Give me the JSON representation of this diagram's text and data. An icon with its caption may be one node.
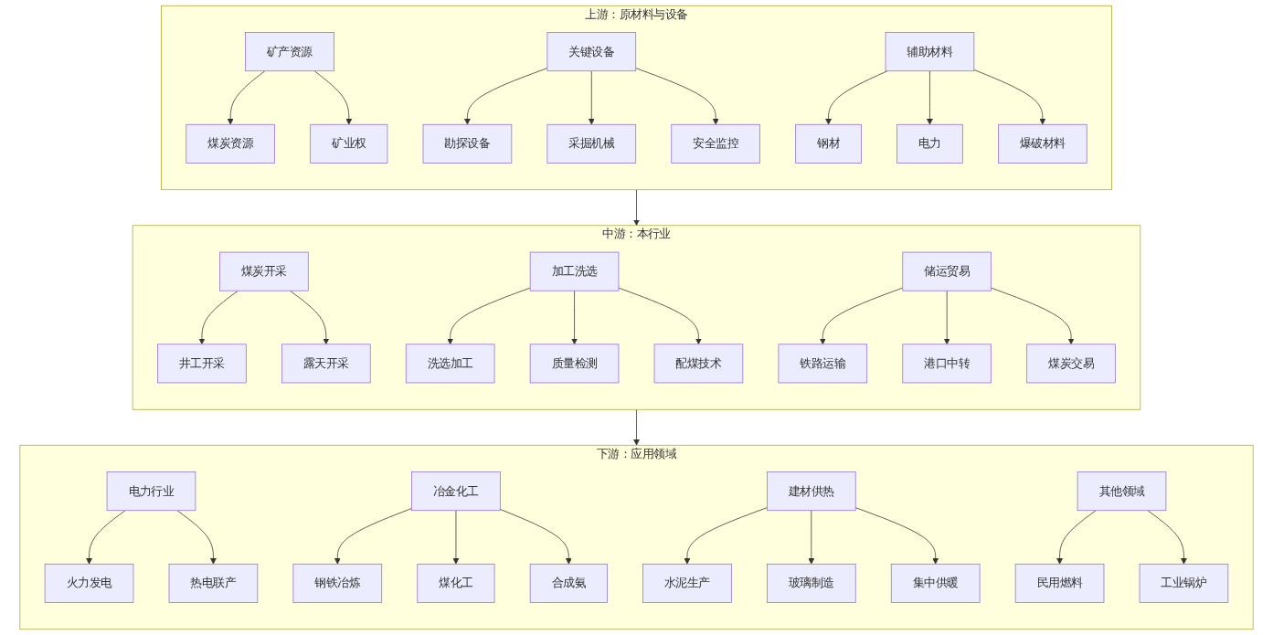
{
  "diagram": {
    "nodes": [
      {
        "text": [
          "上游：原材料与设备"
        ]
      },
      {
        "text": [
          "矿产资源"
        ],
        "in": 0
      },
      {
        "text": [
          "煤炭资源"
        ],
        "in": 0
      },
      {
        "text": [
          "矿业权"
        ],
        "in": 0
      },
      {
        "text": [
          "关键设备"
        ],
        "in": 0
      },
      {
        "text": [
          "勘探设备"
        ],
        "in": 0
      },
      {
        "text": [
          "采掘机械"
        ],
        "in": 0
      },
      {
        "text": [
          "安全监控"
        ],
        "in": 0
      },
      {
        "text": [
          "辅助材料"
        ],
        "in": 0
      },
      {
        "text": [
          "钢材"
        ],
        "in": 0
      },
      {
        "text": [
          "电力"
        ],
        "in": 0
      },
      {
        "text": [
          "爆破材料"
        ],
        "in": 0
      },
      {
        "text": [
          "中游：本行业"
        ]
      },
      {
        "text": [
          "煤炭开采"
        ],
        "in": 12
      },
      {
        "text": [
          "井工开采"
        ],
        "in": 12
      },
      {
        "text": [
          "露天开采"
        ],
        "in": 12
      },
      {
        "text": [
          "加工洗选"
        ],
        "in": 12
      },
      {
        "text": [
          "洗选加工"
        ],
        "in": 12
      },
      {
        "text": [
          "质量检测"
        ],
        "in": 12
      },
      {
        "text": [
          "配煤技术"
        ],
        "in": 12
      },
      {
        "text": [
          "储运贸易"
        ],
        "in": 12
      },
      {
        "text": [
          "铁路运输"
        ],
        "in": 12
      },
      {
        "text": [
          "港口中转"
        ],
        "in": 12
      },
      {
        "text": [
          "煤炭交易"
        ],
        "in": 12
      },
      {
        "text": [
          "下游：应用领域"
        ]
      },
      {
        "text": [
          "电力行业"
        ],
        "in": 24
      },
      {
        "text": [
          "火力发电"
        ],
        "in": 24
      },
      {
        "text": [
          "热电联产"
        ],
        "in": 24
      },
      {
        "text": [
          "冶金化工"
        ],
        "in": 24
      },
      {
        "text": [
          "钢铁冶炼"
        ],
        "in": 24
      },
      {
        "text": [
          "煤化工"
        ],
        "in": 24
      },
      {
        "text": [
          "合成氨"
        ],
        "in": 24
      },
      {
        "text": [
          "建材供热"
        ],
        "in": 24
      },
      {
        "text": [
          "水泥生产"
        ],
        "in": 24
      },
      {
        "text": [
          "玻璃制造"
        ],
        "in": 24
      },
      {
        "text": [
          "集中供暖"
        ],
        "in": 24
      },
      {
        "text": [
          "其他领域"
        ],
        "in": 24
      },
      {
        "text": [
          "民用燃料"
        ],
        "in": 24
      },
      {
        "text": [
          "工业锅炉"
        ],
        "in": 24
      }
    ],
    "edges": [
      {
        "from": 1,
        "to": 2,
        "arrow": "to"
      },
      {
        "from": 1,
        "to": 3,
        "arrow": "to"
      },
      {
        "from": 4,
        "to": 5,
        "arrow": "to"
      },
      {
        "from": 4,
        "to": 6,
        "arrow": "to"
      },
      {
        "from": 4,
        "to": 7,
        "arrow": "to"
      },
      {
        "from": 8,
        "to": 9,
        "arrow": "to"
      },
      {
        "from": 8,
        "to": 10,
        "arrow": "to"
      },
      {
        "from": 8,
        "to": 11,
        "arrow": "to"
      },
      {
        "from": 13,
        "to": 14,
        "arrow": "to"
      },
      {
        "from": 13,
        "to": 15,
        "arrow": "to"
      },
      {
        "from": 16,
        "to": 17,
        "arrow": "to"
      },
      {
        "from": 16,
        "to": 18,
        "arrow": "to"
      },
      {
        "from": 16,
        "to": 19,
        "arrow": "to"
      },
      {
        "from": 20,
        "to": 21,
        "arrow": "to"
      },
      {
        "from": 20,
        "to": 22,
        "arrow": "to"
      },
      {
        "from": 20,
        "to": 23,
        "arrow": "to"
      },
      {
        "from": 25,
        "to": 26,
        "arrow": "to"
      },
      {
        "from": 25,
        "to": 27,
        "arrow": "to"
      },
      {
        "from": 28,
        "to": 29,
        "arrow": "to"
      },
      {
        "from": 28,
        "to": 30,
        "arrow": "to"
      },
      {
        "from": 28,
        "to": 31,
        "arrow": "to"
      },
      {
        "from": 32,
        "to": 33,
        "arrow": "to"
      },
      {
        "from": 32,
        "to": 34,
        "arrow": "to"
      },
      {
        "from": 32,
        "to": 35,
        "arrow": "to"
      },
      {
        "from": 36,
        "to": 37,
        "arrow": "to"
      },
      {
        "from": 36,
        "to": 38,
        "arrow": "to"
      },
      {
        "from": 0,
        "to": 12,
        "arrow": "to"
      },
      {
        "from": 12,
        "to": 24,
        "arrow": "to"
      }
    ]
  }
}
